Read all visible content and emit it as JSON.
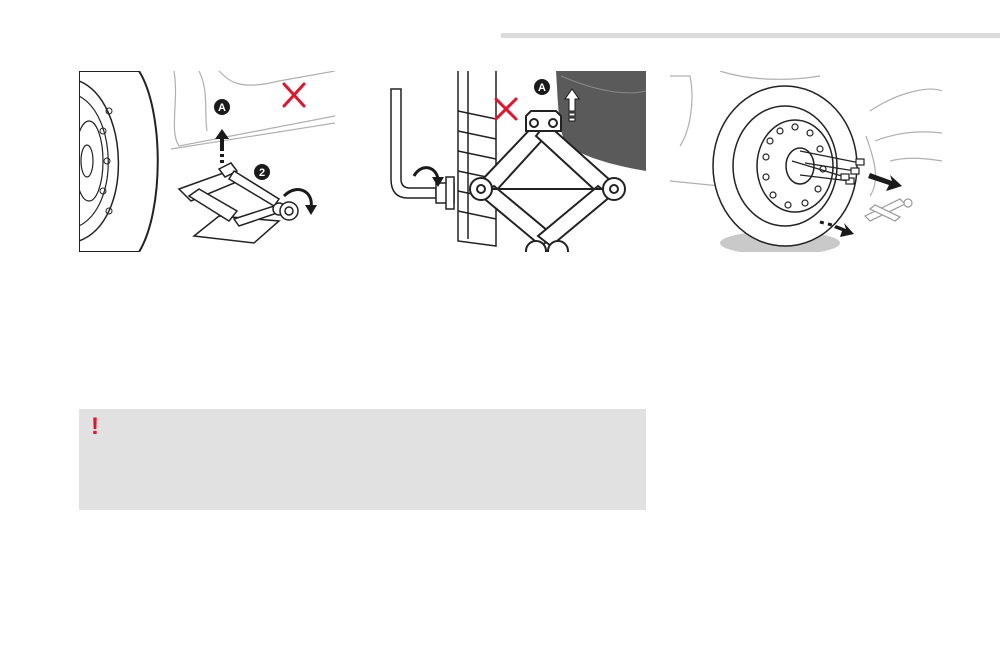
{
  "illustrations": [
    {
      "name": "jack-under-sill",
      "callouts": [
        "A",
        "2"
      ]
    },
    {
      "name": "jack-crank-handle",
      "callouts": [
        "A"
      ]
    },
    {
      "name": "wheel-removal",
      "callouts": []
    }
  ],
  "warning": {
    "icon": "!",
    "text": ""
  },
  "colors": {
    "accent": "#e3122d",
    "warning_bg": "#e1e1e1",
    "rule": "#dadada",
    "line_art": "#222222",
    "body_line": "#b0b0b0"
  },
  "icons": [
    "warning-exclamation-icon",
    "prohibited-cross-icon",
    "rotate-arrow-icon",
    "lift-arrow-icon"
  ]
}
